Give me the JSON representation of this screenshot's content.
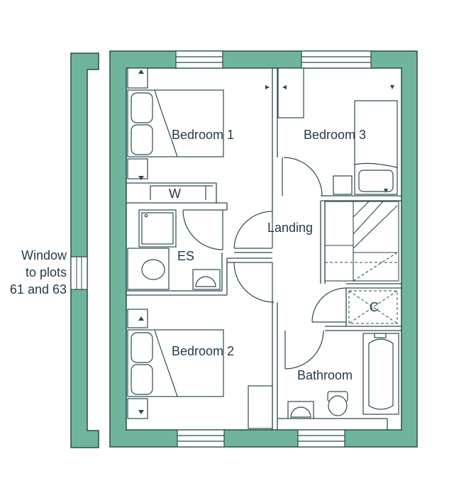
{
  "colors": {
    "wall": "#6fb59c",
    "wall_stroke": "#2a4a4f",
    "line": "#2a4a4f",
    "text": "#1f3a4a",
    "background": "#ffffff"
  },
  "rooms": {
    "bedroom1": "Bedroom 1",
    "bedroom2": "Bedroom 2",
    "bedroom3": "Bedroom 3",
    "landing": "Landing",
    "ensuite": "ES",
    "wardrobe": "W",
    "cupboard": "C",
    "bathroom": "Bathroom"
  },
  "side_note": {
    "line1": "Window",
    "line2": "to plots",
    "line3": "61 and 63"
  }
}
